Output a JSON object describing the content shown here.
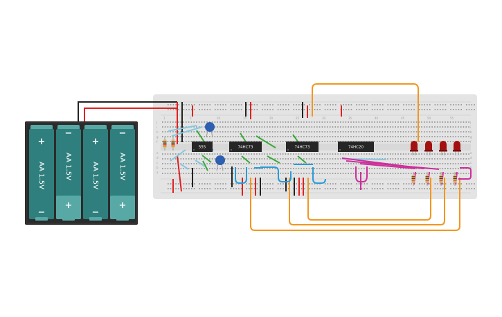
{
  "battery_pack": {
    "cells": [
      {
        "label": "AA 1.5V",
        "top_terminal": "+",
        "bottom_terminal": "−"
      },
      {
        "label": "AA 1.5V",
        "top_terminal": "−",
        "bottom_terminal": "+"
      },
      {
        "label": "AA 1.5V",
        "top_terminal": "+",
        "bottom_terminal": "−"
      },
      {
        "label": "AA 1.5V",
        "top_terminal": "−",
        "bottom_terminal": "+"
      }
    ]
  },
  "chips": [
    {
      "label": "555"
    },
    {
      "label": "74HC73"
    },
    {
      "label": "74HC73"
    },
    {
      "label": "74HC20"
    }
  ],
  "breadboard": {
    "column_numbers": [
      "1",
      "5",
      "10",
      "15",
      "20",
      "25",
      "30",
      "35",
      "40",
      "45",
      "50",
      "55",
      "60"
    ],
    "row_letters_top": [
      "j",
      "i",
      "h",
      "g",
      "f"
    ],
    "row_letters_bottom": [
      "e",
      "d",
      "c",
      "b",
      "a"
    ]
  },
  "colors": {
    "breadboard": "#e4e4e4",
    "battery_case": "#2b2b2b",
    "battery_cell": "#2e7f7d",
    "battery_terminal": "#58a8a6",
    "chip": "#262626",
    "wire_red": "#e02020",
    "wire_black": "#222222",
    "wire_orange": "#f2961e",
    "wire_green": "#3aa83a",
    "wire_blue": "#2a9bd6",
    "wire_light_blue": "#86c8e0",
    "wire_magenta": "#cc2e9a",
    "led": "#a31010",
    "capacitor": "#2e5fb0"
  }
}
